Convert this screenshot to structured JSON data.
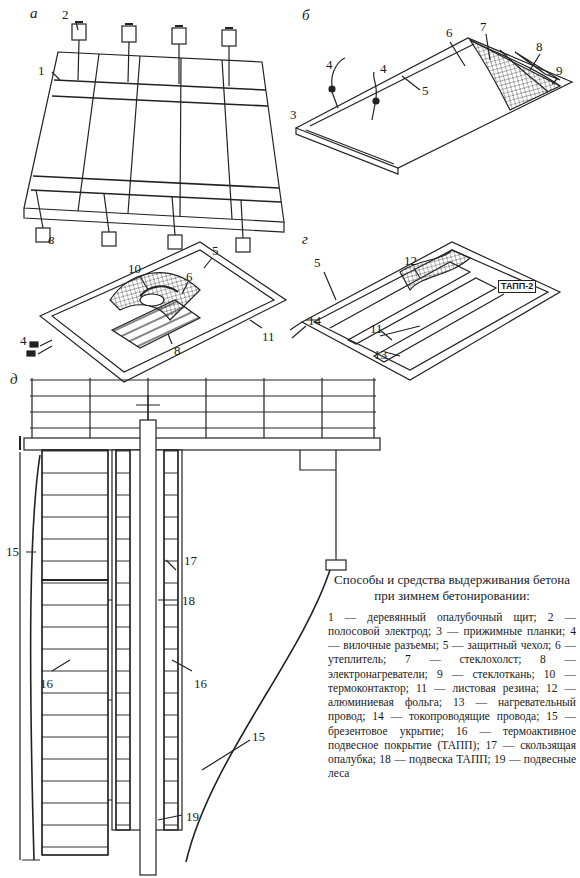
{
  "diagram": {
    "title": "Способы и средства выдерживания бетона при зимнем бетонировании:",
    "caption": "1 — деревянный опалубочный щит; 2 — полосовой электрод; 3 — прижимные планки; 4 — вилочные разъемы; 5 — защитный чехол; 6 — утеплитель; 7 — стеклохолст; 8 — электронагреватели; 9 — стеклоткань; 10 — термоконтактор; 11 — листовая резина; 12 — алюминиевая фольга; 13 — нагревательный провод; 14 — токопроводящие провода; 15 — брезентовое укрытие; 16 — термоактивное подвесное покрытие (ТАПП); 17 — скользящая опалубка; 18 — подвеска ТАПП; 19 — подвесные леса",
    "labels": [
      "а",
      "1",
      "2",
      "б",
      "3",
      "4",
      "4",
      "5",
      "6",
      "7",
      "8",
      "9",
      "в",
      "4",
      "5",
      "10",
      "6",
      "11",
      "8",
      "г",
      "5",
      "12",
      "11",
      "13",
      "14",
      "ТАПП-2",
      "д",
      "15",
      "16",
      "16",
      "17",
      "18",
      "19",
      "15"
    ]
  }
}
